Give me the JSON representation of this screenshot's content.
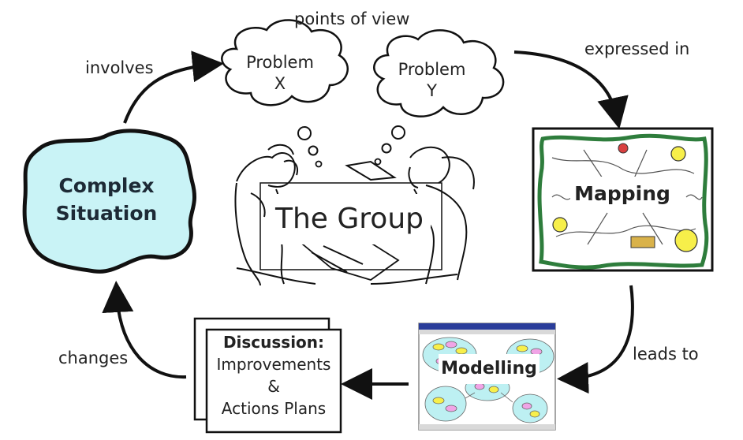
{
  "nodes": {
    "situation": {
      "line1": "Complex",
      "line2": "Situation"
    },
    "problem_x": {
      "line1": "Problem",
      "line2": "X"
    },
    "problem_y": {
      "line1": "Problem",
      "line2": "Y"
    },
    "group": {
      "label": "The Group"
    },
    "mapping": {
      "label": "Mapping"
    },
    "modelling": {
      "label": "Modelling"
    },
    "discussion": {
      "title": "Discussion:",
      "line1": "Improvements",
      "line2": "&",
      "line3": "Actions Plans"
    }
  },
  "edges": {
    "involves": "involves",
    "points_of_view": "points of view",
    "expressed_in": "expressed in",
    "leads_to": "leads to",
    "changes": "changes"
  },
  "colors": {
    "situation_fill": "#c9f3f6",
    "stroke": "#111111",
    "map_border": "#2e7d3c",
    "model_bubble": "#bdf0f2",
    "model_yellow": "#f7ef4a",
    "model_pink": "#f0a4e6"
  }
}
